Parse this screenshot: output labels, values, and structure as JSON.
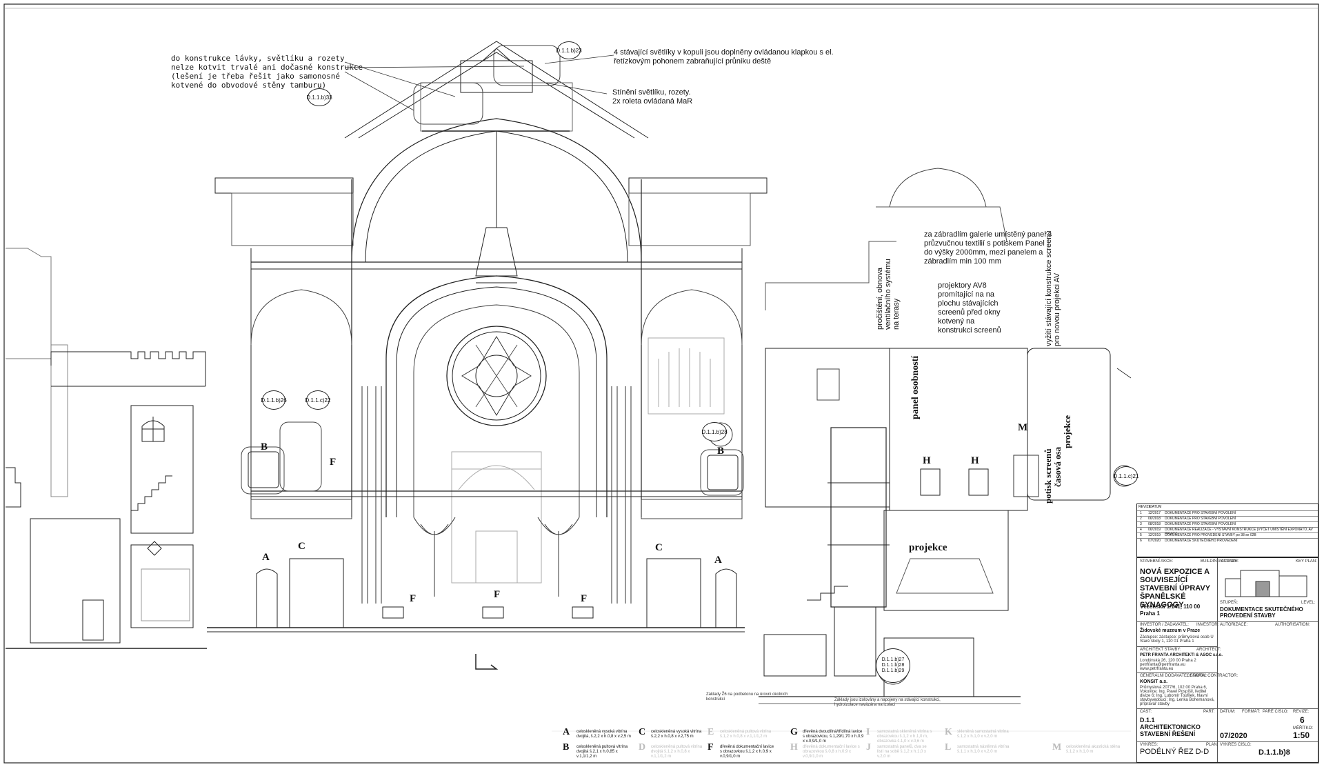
{
  "notes": {
    "n1": "do konstrukce lávky, světlíku a rozety nelze kotvit trvalé ani dočasné konstrukce (lešení je třeba řešit jako samonosné kotvené do obvodové stěny tamburu)",
    "n2": "4 stávající světlíky v kopuli jsou doplněny ovládanou klapkou s el. řetízkovým pohonem zabraňující průniku deště",
    "n3": "Stínění světlíku, rozety. 2x roleta ovládaná MaR",
    "n4": "za zábradlím galerie umístěný panel s průzvučnou textilií s potiskem Panel do výšky 2000mm, mezi panelem a zábradlím min 100 mm",
    "n5": "projektory AV8 promítající na na plochu stávajících screenů před okny kotvený na konstrukci screenů",
    "n6": "pročištění, obnova ventilačního systému na terasy",
    "n7": "vyžítí stávající konstrukce screenů pro novou projekci AV",
    "panel": "panel osobností",
    "projekce1": "projekce",
    "projekce2": "projekce",
    "potisk": "potisk screenů",
    "casova": "časová osa",
    "small1": "Základy Ž6 na podbetonu na úrovni okolních konstrukcí",
    "small2": "Základy jsou izolovány a napojeny na stávající konstrukci, hydroizolace navázána na izolaci"
  },
  "bubbles": {
    "b23": "D.1.1.b)23",
    "b33": "D.1.1.b)33",
    "b26": "D.1.1.b)26",
    "c22": "D.1.1.c)22",
    "b28": "D.1.1.b)28",
    "c21": "D.1.1.c)21",
    "b27": "D.1.1.b)27 D.1.1.b)28 D.1.1.b)29"
  },
  "labels": {
    "A": "A",
    "B": "B",
    "C": "C",
    "F": "F",
    "H": "H",
    "M": "M"
  },
  "legend": [
    {
      "letter": "A",
      "text": "celoskleněná vysoká vitrína dvojitá, š.2,2 x h.0,8 x v.2,5 m",
      "ghost": false
    },
    {
      "letter": "B",
      "text": "celoskleněná pultová vitrína dvojitá š.2,1 x h.0,85 x v.1,1/1,2 m",
      "ghost": false
    },
    {
      "letter": "C",
      "text": "celoskleněná vysoká vitrína š.2,2 x h.0,8 x v.2,75 m",
      "ghost": false
    },
    {
      "letter": "D",
      "text": "celoskleněná pultová vitrína dvojitá š.1,2 x h.0,8 x v.1,1/1,2 m",
      "ghost": true
    },
    {
      "letter": "E",
      "text": "celoskleněná pultová vitrína š.1,2 x h.0,8 x v.1,1/1,2 m",
      "ghost": true
    },
    {
      "letter": "F",
      "text": "dřevěná dokumentační lavice s obrazovkou š.1,2 x h.0,9 x v.0,9/1,0 m",
      "ghost": false
    },
    {
      "letter": "G",
      "text": "dřevěná dvoudílná/třídílná lavice s obrazovkou, š.1,29/1,70 x h.0,9 x v.0,9/1,0 m",
      "ghost": false
    },
    {
      "letter": "H",
      "text": "dřevěná dokumentační lavice s obrazovkou š.0,8 x h.0,9 x v.0,9/1,0 m",
      "ghost": true
    },
    {
      "letter": "I",
      "text": "samostatná skleněná vitrína s obrazovkou š.1,2 x h.1,0 m, obrazovka š.1,0 x v.0,6 m",
      "ghost": true
    },
    {
      "letter": "J",
      "text": "samostatná panelů, dva se listí na sobě š.1,2 x h.1,0 x v.2,0 m",
      "ghost": true
    },
    {
      "letter": "K",
      "text": "skleněná samostatná vitrína š.1,2 x h.1,0 x v.2,0 m",
      "ghost": true
    },
    {
      "letter": "L",
      "text": "samostatná nástěnná vitrína š.1,1 x h.1,0 x v.2,0 m",
      "ghost": true
    },
    {
      "letter": "M",
      "text": "celoskleněná akustická stěna š.1,2 x h.1,0 m",
      "ghost": true
    }
  ],
  "title_block": {
    "revize_hdr": "REVIZE",
    "datum_hdr": "DATUM",
    "revisions": [
      {
        "no": "1",
        "date": "12/2017",
        "text": "DOKUMENTACE PRO STAVEBNÍ POVOLENÍ"
      },
      {
        "no": "2",
        "date": "06/2018",
        "text": "DOKUMENTACE PRO STAVEBNÍ POVOLENÍ"
      },
      {
        "no": "3",
        "date": "08/2018",
        "text": "DOKUMENTACE PRO STAVEBNÍ POVOLENÍ"
      },
      {
        "no": "4",
        "date": "06/2019",
        "text": "DOKUMENTACE REALIZACE - VÝSTAVNÍ KONSTRUKCE (VÝČET UMÍSTĚNÍ EXPONÁTŮ, AV PRVKY)"
      },
      {
        "no": "5",
        "date": "12/2019",
        "text": "DOKUMENTACE PRO PROVEDENÍ STAVBY po 38 se 02B"
      },
      {
        "no": "6",
        "date": "07/2020",
        "text": "DOKUMENTACE SKUTEČNÉHO PROVEDENÍ"
      }
    ],
    "stavebni_akce_lbl": "STAVEBNÍ AKCE:",
    "building_lbl": "BUILDING ACTION:",
    "project_title": "NOVÁ EXPOZICE A SOUVISEJÍCÍ STAVEBNÍ ÚPRAVY ŠPANĚLSKÉ SYNAGOGY",
    "address": "Vězeňská 1/141, 110 00 Praha 1",
    "situace_lbl": "SITUACE:",
    "keyplan_lbl": "KEY PLAN:",
    "stupen_lbl": "STUPEŇ:",
    "stage": "DOKUMENTACE SKUTEČNÉHO PROVEDENÍ STAVBY",
    "level_lbl": "LEVEL:",
    "investor_lbl": "INVESTOR / ZADAVATEL:",
    "investor_en": "INVESTOR:",
    "investor": "Židovské muzeum v Praze",
    "investor_addr": "Zástupce: zástupce: průmyslová osob U Staré školy 1, 110 01 Praha 1",
    "autorizace_lbl": "AUTORIZACE:",
    "authorization_lbl": "AUTHORISATION:",
    "architect_lbl": "ARCHITEKT STAVBY:",
    "architect_en": "ARCHITECT:",
    "architect": "PETR FRANTA ARCHITEKTI & ASOC s.r.o.",
    "architect_addr": "Londýnská 26, 120 00 Praha 2 petrfranta@petrfranta.eu www.petrfranta.eu",
    "contractor_lbl": "GENERÁLNÍ DODAVATEL STAVBY:",
    "contractor_en": "GENERAL CONTRACTOR:",
    "contractor": "KONSIT a.s.",
    "contractor_addr": "Průmyslová 2077/6, 102 00 Praha 6, Vokovice; Ing. Pavel Pospíšil, ředitel divize 6; Ing. Lubomír Toufilek, hlavní stavbyvedoucí; Ing. Lenka Bohemanová, přípravář stavby",
    "cast_lbl": "ČÁST:",
    "part_lbl": "PART:",
    "part": "D.1.1 ARCHITEKTONICKO STAVEBNÍ ŘEŠENÍ",
    "datum_lbl": "DATUM:",
    "date": "07/2020",
    "format_lbl": "FORMÁT:",
    "pare_lbl": "PARÉ ČÍSLO:",
    "revize_lbl": "REVIZE:",
    "revize": "6",
    "meritko_lbl": "MĚŘÍTKO:",
    "scale": "1:50",
    "vykres_lbl": "VÝKRES:",
    "drawing": "PODÉLNÝ ŘEZ D-D",
    "cislo_lbl": "VÝKRES ČÍSLO:",
    "plan_lbl": "PLAN:",
    "number": "D.1.1.b)8"
  },
  "colors": {
    "line": "#222222",
    "ghost": "#bbbbbb",
    "paper": "#ffffff"
  }
}
